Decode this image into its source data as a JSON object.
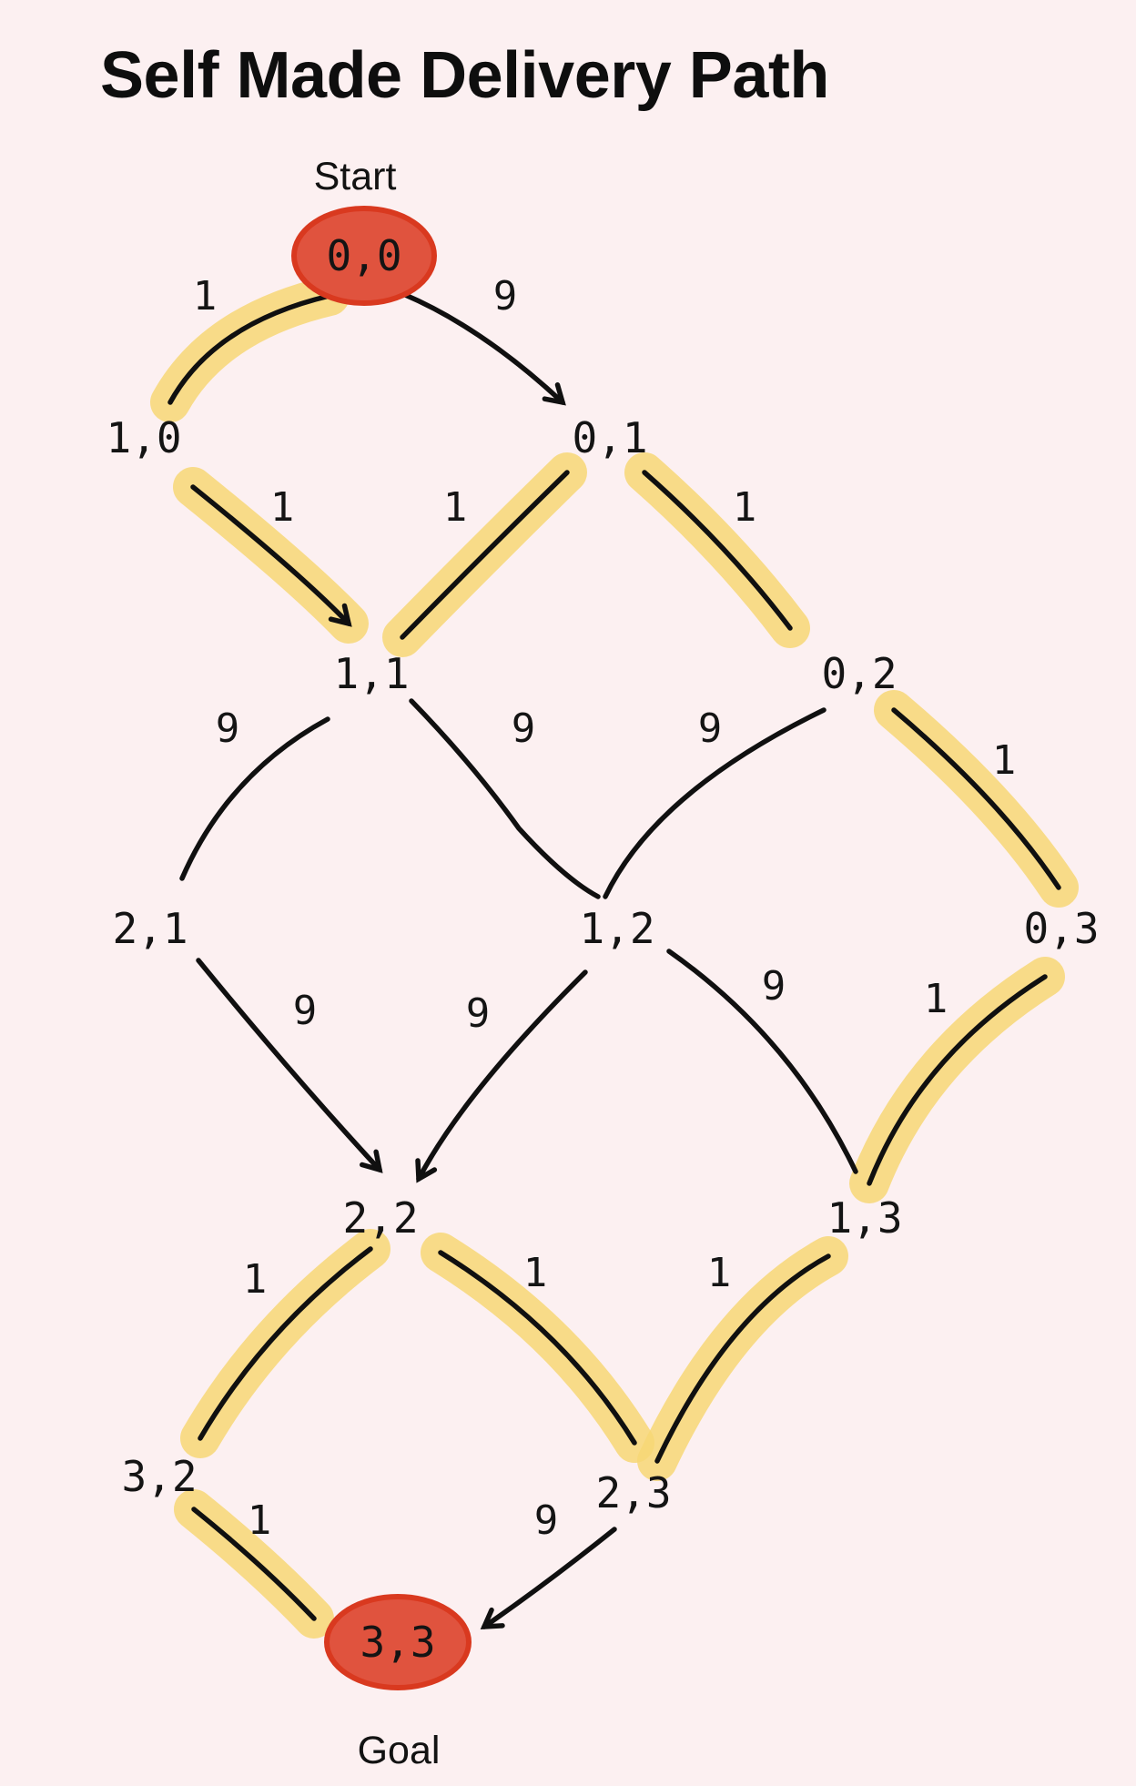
{
  "title": "Self Made Delivery Path",
  "start_label": "Start",
  "goal_label": "Goal",
  "colors": {
    "background": "#fcf0f1",
    "endpoint_fill": "#e0533e",
    "highlight": "#f7d775",
    "line": "#101010"
  },
  "nodes": [
    {
      "id": "0,0",
      "label": "0,0",
      "role": "start"
    },
    {
      "id": "1,0",
      "label": "1,0"
    },
    {
      "id": "0,1",
      "label": "0,1"
    },
    {
      "id": "1,1",
      "label": "1,1"
    },
    {
      "id": "0,2",
      "label": "0,2"
    },
    {
      "id": "2,1",
      "label": "2,1"
    },
    {
      "id": "1,2",
      "label": "1,2"
    },
    {
      "id": "0,3",
      "label": "0,3"
    },
    {
      "id": "2,2",
      "label": "2,2"
    },
    {
      "id": "1,3",
      "label": "1,3"
    },
    {
      "id": "3,2",
      "label": "3,2"
    },
    {
      "id": "2,3",
      "label": "2,3"
    },
    {
      "id": "3,3",
      "label": "3,3",
      "role": "goal"
    }
  ],
  "edges": [
    {
      "from": "0,0",
      "to": "1,0",
      "weight": "1",
      "highlighted": true
    },
    {
      "from": "0,0",
      "to": "0,1",
      "weight": "9",
      "highlighted": false
    },
    {
      "from": "1,0",
      "to": "1,1",
      "weight": "1",
      "highlighted": true
    },
    {
      "from": "0,1",
      "to": "1,1",
      "weight": "1",
      "highlighted": true
    },
    {
      "from": "0,1",
      "to": "0,2",
      "weight": "1",
      "highlighted": true
    },
    {
      "from": "1,1",
      "to": "2,1",
      "weight": "9",
      "highlighted": false
    },
    {
      "from": "1,1",
      "to": "1,2",
      "weight": "9",
      "highlighted": false
    },
    {
      "from": "0,2",
      "to": "1,2",
      "weight": "9",
      "highlighted": false
    },
    {
      "from": "0,2",
      "to": "0,3",
      "weight": "1",
      "highlighted": true
    },
    {
      "from": "2,1",
      "to": "2,2",
      "weight": "9",
      "highlighted": false
    },
    {
      "from": "1,2",
      "to": "2,2",
      "weight": "9",
      "highlighted": false
    },
    {
      "from": "1,2",
      "to": "1,3",
      "weight": "9",
      "highlighted": false
    },
    {
      "from": "0,3",
      "to": "1,3",
      "weight": "1",
      "highlighted": true
    },
    {
      "from": "2,2",
      "to": "3,2",
      "weight": "1",
      "highlighted": true
    },
    {
      "from": "2,2",
      "to": "2,3",
      "weight": "1",
      "highlighted": true
    },
    {
      "from": "1,3",
      "to": "2,3",
      "weight": "1",
      "highlighted": true
    },
    {
      "from": "3,2",
      "to": "3,3",
      "weight": "1",
      "highlighted": true
    },
    {
      "from": "2,3",
      "to": "3,3",
      "weight": "9",
      "highlighted": false
    }
  ]
}
